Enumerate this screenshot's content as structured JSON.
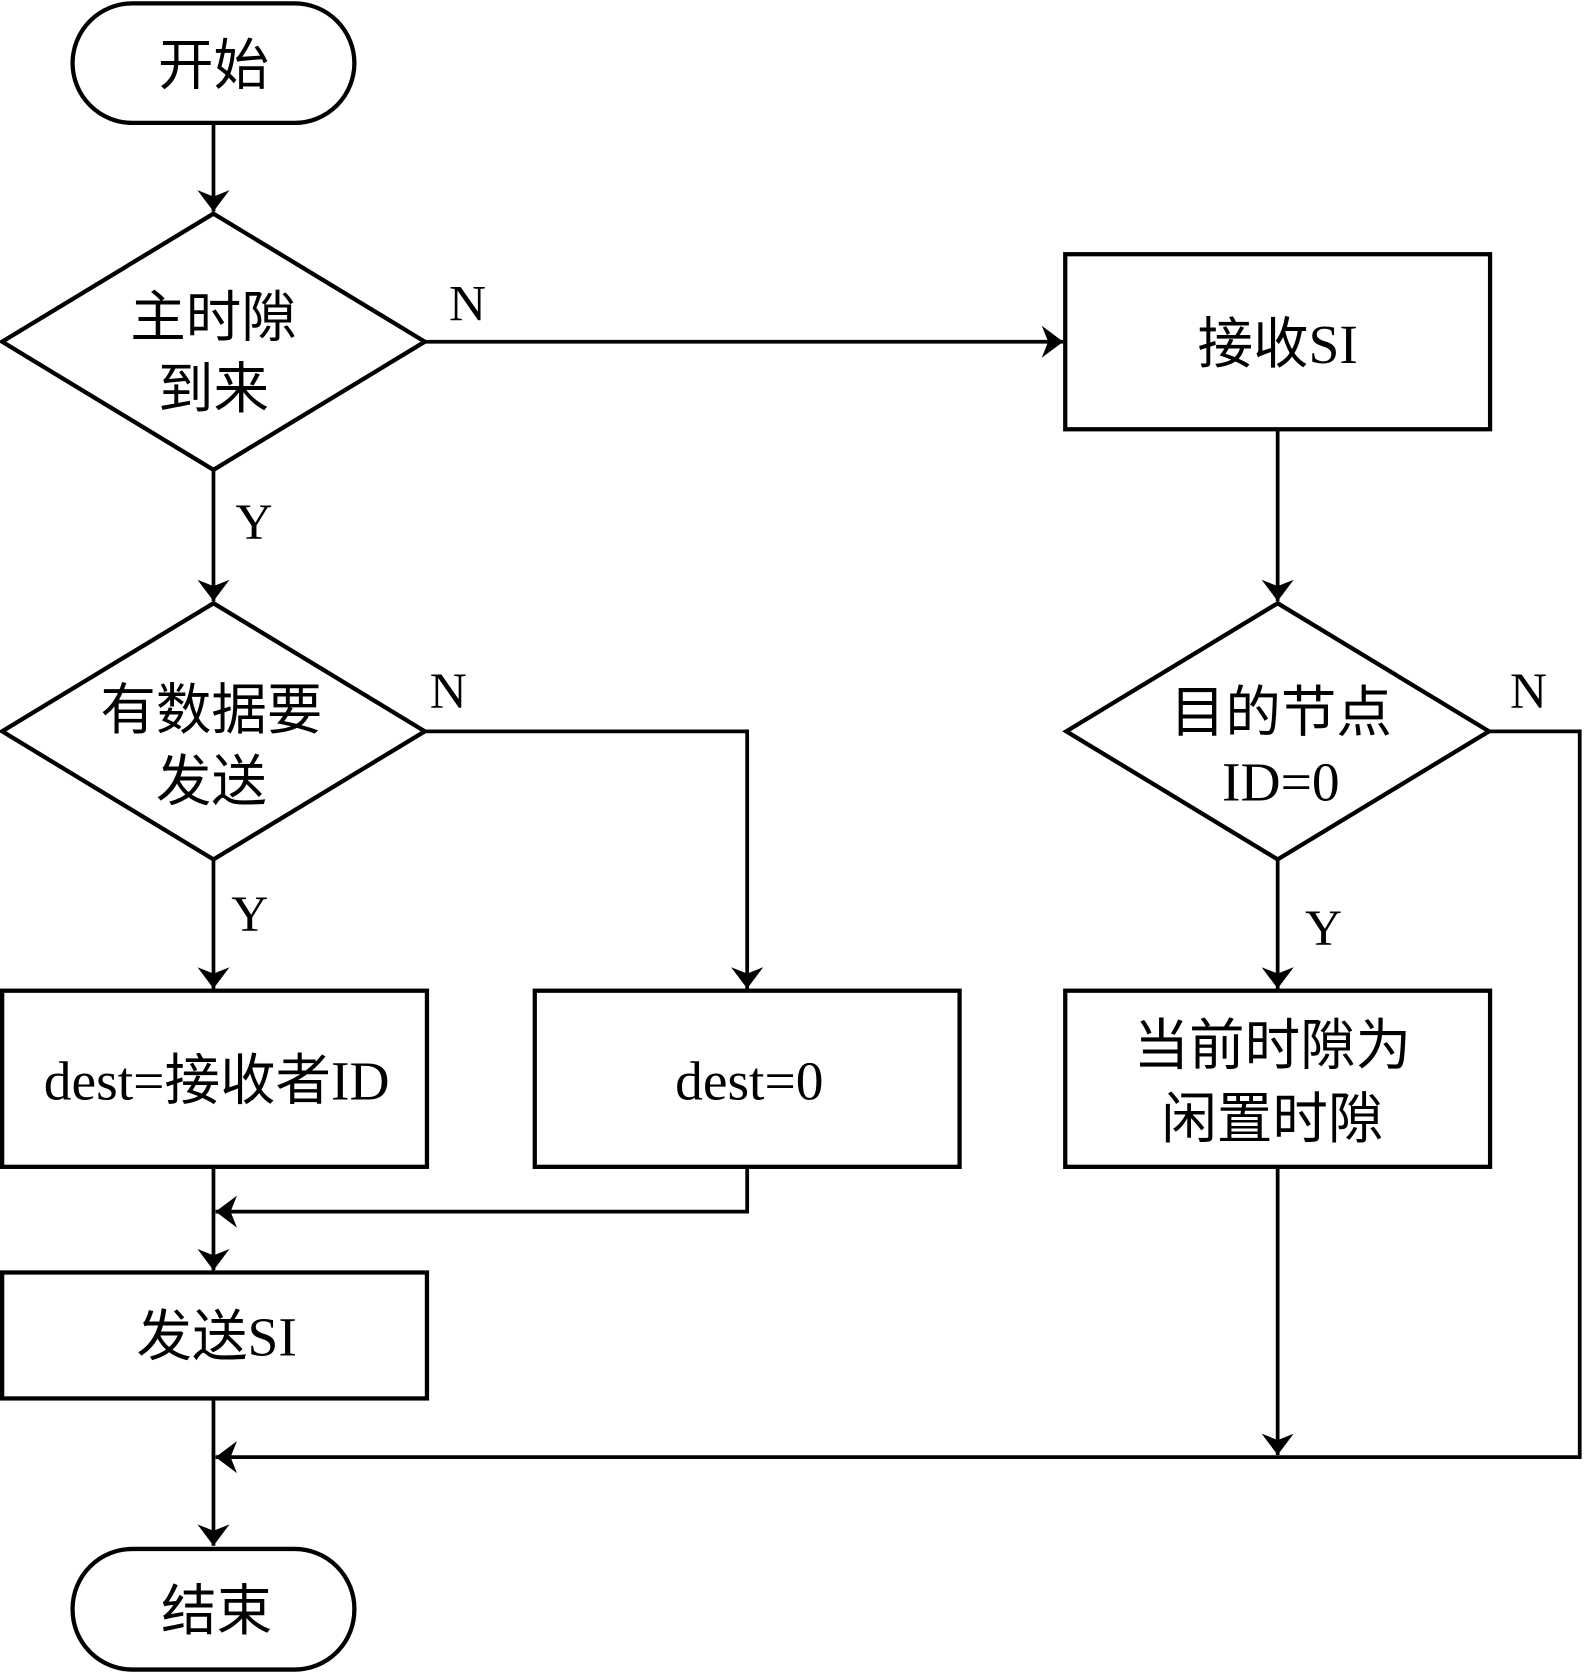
{
  "diagram": {
    "type": "flowchart",
    "nodes": {
      "start": {
        "shape": "terminator",
        "lines": [
          "开始"
        ]
      },
      "main_slot": {
        "shape": "decision",
        "lines": [
          "主时隙",
          "到来"
        ]
      },
      "receive_si": {
        "shape": "process",
        "lines": [
          "接收SI"
        ]
      },
      "has_data": {
        "shape": "decision",
        "lines": [
          "有数据要",
          "发送"
        ]
      },
      "dest_node_id": {
        "shape": "decision",
        "lines": [
          "目的节点",
          "ID=0"
        ]
      },
      "dest_receiver": {
        "shape": "process",
        "lines": [
          "dest=接收者ID"
        ]
      },
      "dest_zero": {
        "shape": "process",
        "lines": [
          "dest=0"
        ]
      },
      "idle_slot": {
        "shape": "process",
        "lines": [
          "当前时隙为",
          "闲置时隙"
        ]
      },
      "send_si": {
        "shape": "process",
        "lines": [
          "发送SI"
        ]
      },
      "end": {
        "shape": "terminator",
        "lines": [
          "结束"
        ]
      }
    },
    "edge_labels": {
      "main_slot_no": "N",
      "main_slot_yes": "Y",
      "has_data_no": "N",
      "has_data_yes": "Y",
      "dest_node_no": "N",
      "dest_node_yes": "Y"
    },
    "edges": [
      {
        "from": "start",
        "to": "main_slot"
      },
      {
        "from": "main_slot",
        "to": "receive_si",
        "label": "N"
      },
      {
        "from": "main_slot",
        "to": "has_data",
        "label": "Y"
      },
      {
        "from": "has_data",
        "to": "dest_receiver",
        "label": "Y"
      },
      {
        "from": "has_data",
        "to": "dest_zero",
        "label": "N"
      },
      {
        "from": "dest_receiver",
        "to": "send_si"
      },
      {
        "from": "dest_zero",
        "to": "send_si"
      },
      {
        "from": "receive_si",
        "to": "dest_node_id"
      },
      {
        "from": "dest_node_id",
        "to": "idle_slot",
        "label": "Y"
      },
      {
        "from": "dest_node_id",
        "to": "end",
        "label": "N"
      },
      {
        "from": "idle_slot",
        "to": "end"
      },
      {
        "from": "send_si",
        "to": "end"
      }
    ]
  }
}
